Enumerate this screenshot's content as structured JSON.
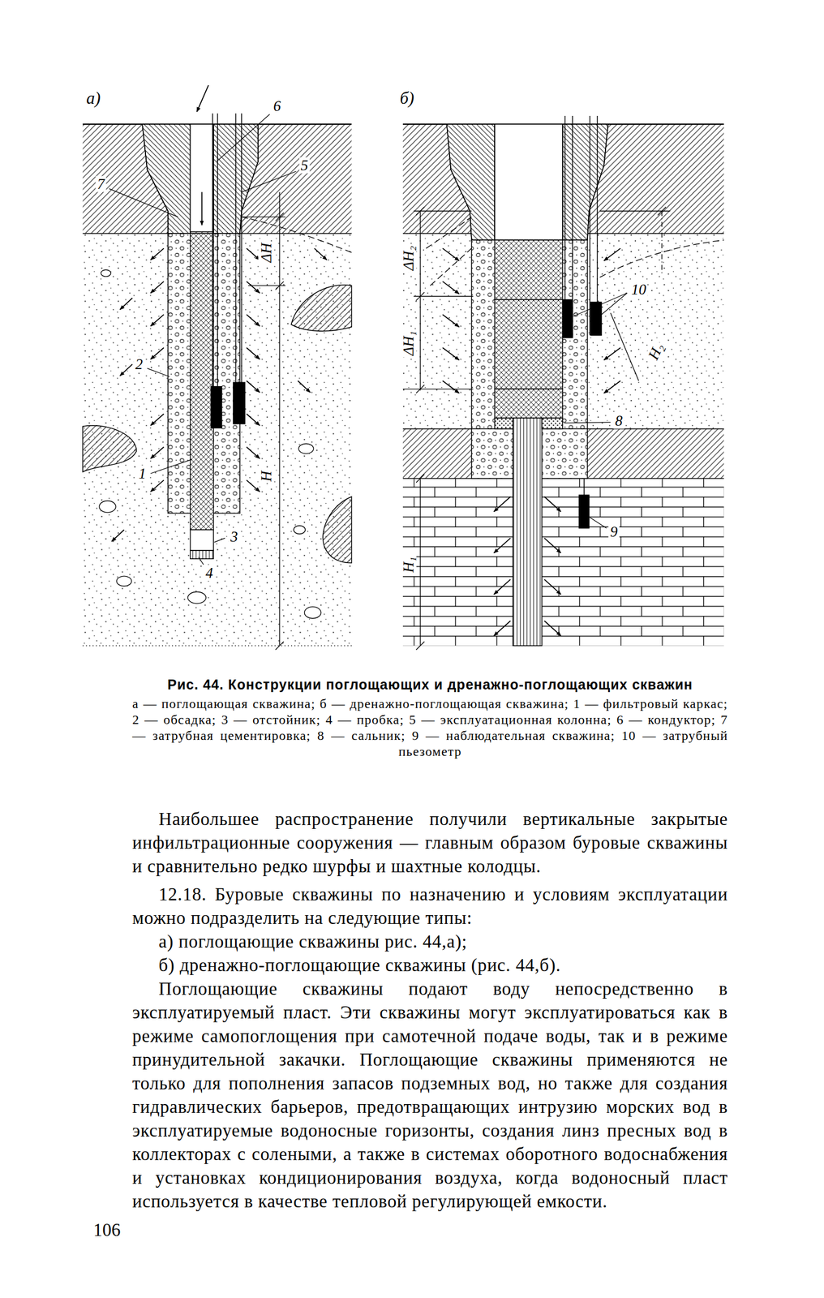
{
  "diagram": {
    "caption": "Рис. 44. Конструкции поглощающих и дренажно-поглощающих скважин",
    "labels": [
      "а)",
      "6",
      "5",
      "7",
      "ΔH",
      "2",
      "1",
      "H",
      "3",
      "4",
      "б)",
      "ΔH₂",
      "10",
      "ΔH₁",
      "H₂",
      "8",
      "9",
      "H₁",
      "а — поглощающая скважина; б — дренажно-поглощающая скважина; 1 — фильтровый каркас; 2 — обсадка; 3 — отстойник; 4 — пробка; 5 — эксплуатационная колонна; 6 — кондуктор; 7 — затрубная цементировка; 8 — сальник; 9 — наблюдательная скважина; 10 — затрубный пьезометр",
      "Наибольшее распространение получили вертикальные закрытые инфильтрационные сооружения — главным образом буровые скважины и сравнительно редко шурфы и шахтные колодцы.",
      "12.18. Буровые скважины по назначению и условиям эксплуатации можно подразделить на следующие типы:",
      "а) поглощающие скважины рис. 44,а);",
      "б) дренажно-поглощающие скважины (рис. 44,б).",
      "Поглощающие скважины подают воду непосредственно в эксплуатируемый пласт. Эти скважины могут эксплуатироваться как в режиме самопоглощения при самотечной подаче воды, так и в режиме принудительной закачки. Поглощающие скважины применяются не только для пополнения запасов подземных вод, но также для создания гидравлических барьеров, предотвращающих интрузию морских вод в эксплуатируемые водоносные горизонты, создания линз пресных вод в коллекторах с солеными, а также в системах оборотного водоснабжения и установках кондиционирования воздуха, когда водоносный пласт используется в качестве тепловой регулирующей емкости.",
      "106"
    ]
  }
}
